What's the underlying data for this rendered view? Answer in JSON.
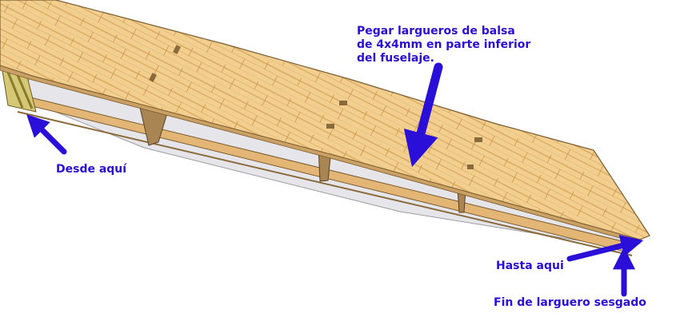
{
  "colors": {
    "annotation": "#2a0fd8",
    "wood_light": "#f2cf8f",
    "wood_dark": "#d8a45c",
    "bulkhead": "#a88552",
    "interior": "#e6e6ea"
  },
  "annotations": {
    "main_lines": [
      "Pegar largueros de balsa",
      "de 4x4mm en parte inferior",
      "del fuselaje."
    ],
    "start": "Desde aquí",
    "end": "Hasta aqui",
    "bevel": "Fin de larguero sesgado"
  }
}
